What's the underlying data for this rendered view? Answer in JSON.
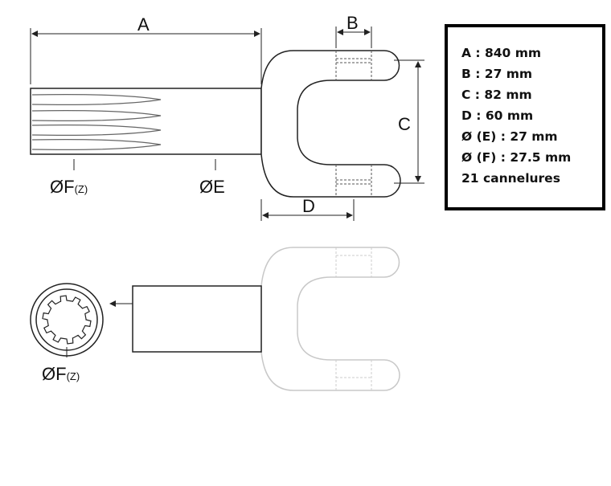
{
  "labels": {
    "A": "A",
    "B": "B",
    "C": "C",
    "D": "D",
    "diam_e": "ØE",
    "diam_f": "ØF",
    "diam_f_sub": "(Z)",
    "diam_f_bottom": "ØF",
    "diam_f_bottom_sub": "(Z)"
  },
  "specs": [
    "A : 840 mm",
    "B : 27 mm",
    "C : 82 mm",
    "D : 60 mm",
    "Ø (E) : 27 mm",
    "Ø (F) : 27.5 mm",
    "21 cannelures"
  ],
  "colors": {
    "line": "#222222",
    "faded": "#c8c8c8"
  }
}
